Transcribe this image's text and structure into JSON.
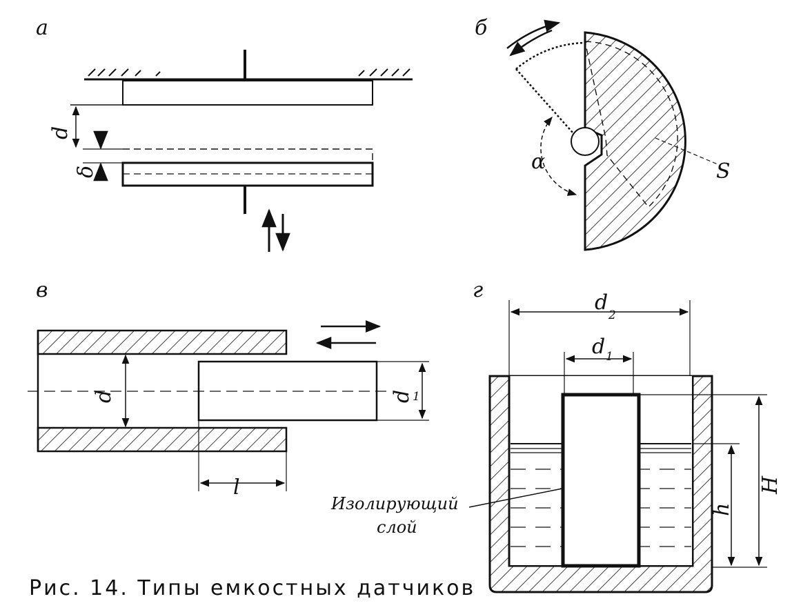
{
  "panels": {
    "a": {
      "tag": "а",
      "gap_label": "d",
      "plate_label": "δ"
    },
    "b": {
      "tag": "б",
      "angle_label": "α",
      "area_label": "S"
    },
    "v": {
      "tag": "в",
      "outer_label": "d",
      "inner_label": "d",
      "inner_sub": "1",
      "length_label": "l"
    },
    "g": {
      "tag": "г",
      "outer_label": "d",
      "outer_sub": "2",
      "inner_label": "d",
      "inner_sub": "1",
      "height_label": "H",
      "level_label": "h",
      "insulation_line1": "Изолирующий",
      "insulation_line2": "слой"
    }
  },
  "caption": "Рис. 14. Типы емкостных датчиков"
}
